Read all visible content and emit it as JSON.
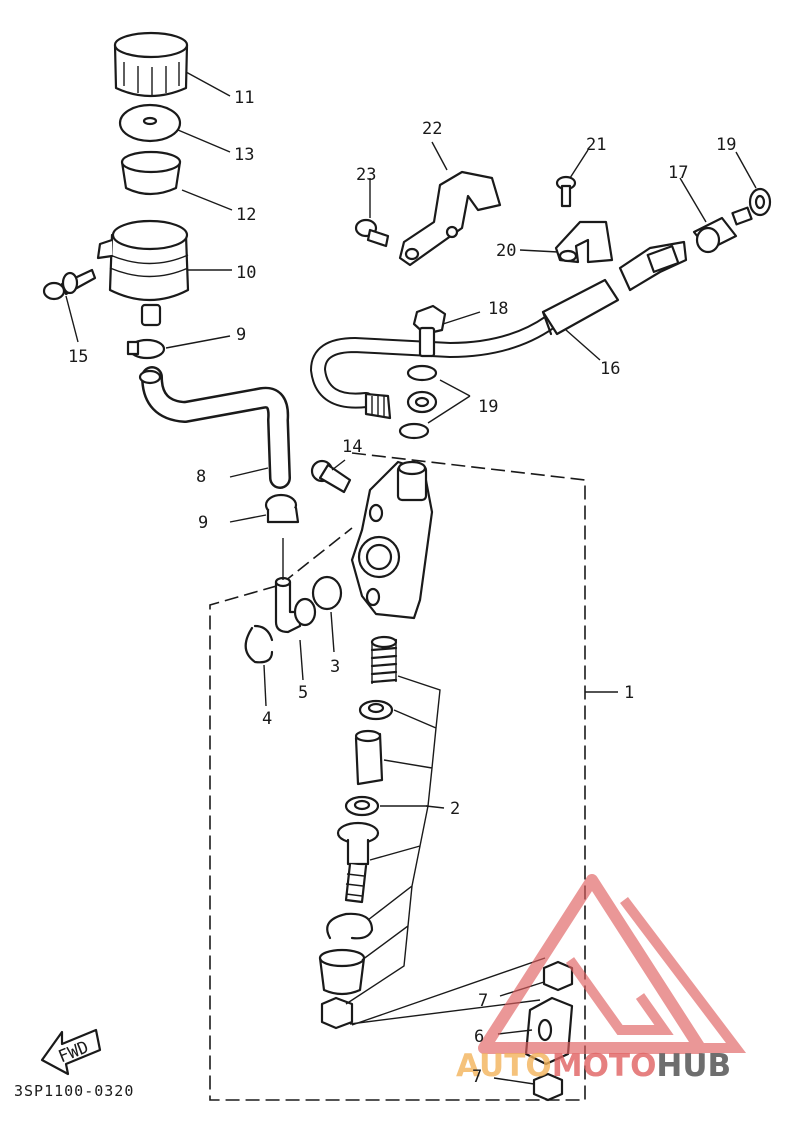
{
  "diagram": {
    "code": "3SP1100-0320",
    "fwd_label": "FWD",
    "callouts": [
      {
        "id": "11",
        "text": "11"
      },
      {
        "id": "13",
        "text": "13"
      },
      {
        "id": "12",
        "text": "12"
      },
      {
        "id": "10",
        "text": "10"
      },
      {
        "id": "15",
        "text": "15"
      },
      {
        "id": "9a",
        "text": "9"
      },
      {
        "id": "8",
        "text": "8"
      },
      {
        "id": "9b",
        "text": "9"
      },
      {
        "id": "22",
        "text": "22"
      },
      {
        "id": "23",
        "text": "23"
      },
      {
        "id": "21",
        "text": "21"
      },
      {
        "id": "20",
        "text": "20"
      },
      {
        "id": "19a",
        "text": "19"
      },
      {
        "id": "17",
        "text": "17"
      },
      {
        "id": "18",
        "text": "18"
      },
      {
        "id": "16",
        "text": "16"
      },
      {
        "id": "19b",
        "text": "19"
      },
      {
        "id": "14",
        "text": "14"
      },
      {
        "id": "3",
        "text": "3"
      },
      {
        "id": "5",
        "text": "5"
      },
      {
        "id": "4",
        "text": "4"
      },
      {
        "id": "1",
        "text": "1"
      },
      {
        "id": "2",
        "text": "2"
      },
      {
        "id": "7a",
        "text": "7"
      },
      {
        "id": "6",
        "text": "6"
      },
      {
        "id": "7b",
        "text": "7"
      }
    ]
  },
  "watermark": {
    "text_part1": "AUTO",
    "text_part2": "MOTO",
    "text_part3": "HUB",
    "colors": {
      "triangle": "#e06060",
      "auto": "#f2b35a",
      "moto": "#e06060",
      "hub": "#555555"
    }
  }
}
